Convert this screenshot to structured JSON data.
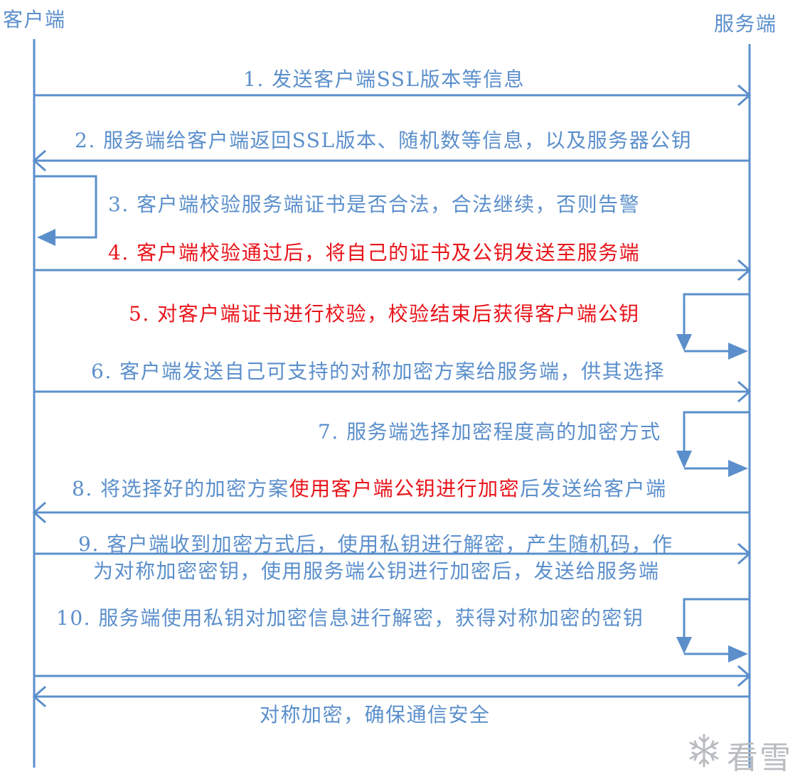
{
  "actors": {
    "client": "客户端",
    "server": "服务端"
  },
  "colors": {
    "line": "#5b8fcb",
    "text": "#5b8fcb",
    "highlight": "#e8141a",
    "watermark": "#b9bcc0"
  },
  "messages": {
    "m1": "1. 发送客户端SSL版本等信息",
    "m2": "2. 服务端给客户端返回SSL版本、随机数等信息，以及服务器公钥",
    "m3": "3. 客户端校验服务端证书是否合法，合法继续，否则告警",
    "m4": "4. 客户端校验通过后，将自己的证书及公钥发送至服务端",
    "m5": "5. 对客户端证书进行校验，校验结束后获得客户端公钥",
    "m6": "6. 客户端发送自己可支持的对称加密方案给服务端，供其选择",
    "m7": "7. 服务端选择加密程度高的加密方式",
    "m8_a": "8. 将选择好的加密方案",
    "m8_b": "使用客户端公钥进行加密",
    "m8_c": "后发送给客户端",
    "m9_line1": "9. 客户端收到加密方式后，使用私钥进行解密，产生随机码，作",
    "m9_line2": "为对称加密密钥，使用服务端公钥进行加密后，发送给服务端",
    "m10": "10. 服务端使用私钥对加密信息进行解密，获得对称加密的密钥",
    "m11": "对称加密，确保通信安全"
  },
  "watermark": {
    "icon": "snowflake-icon",
    "text": "看雪"
  }
}
